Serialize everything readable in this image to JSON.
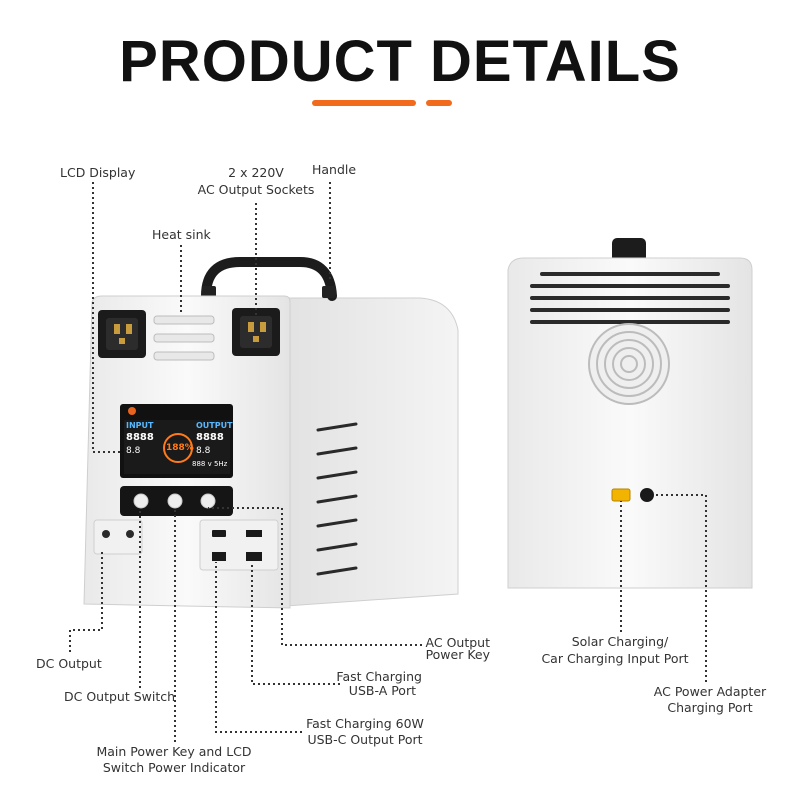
{
  "title": "PRODUCT DETAILS",
  "colors": {
    "accent": "#f26b1d",
    "lcd_orange": "#ff7a1a",
    "lcd_blue": "#57b8ff"
  },
  "front_device": {
    "lcd": {
      "input_label": "INPUT",
      "output_label": "OUTPUT",
      "input_watts": "8888",
      "output_watts": "8888",
      "input_small": "8.8",
      "output_small": "8.8",
      "center_percent": "188%",
      "hz_text": "888 v 5Hz"
    }
  },
  "labels": {
    "lcd_display": "LCD Display",
    "ac_sockets_line1": "2 x 220V",
    "ac_sockets_line2": "AC Output Sockets",
    "handle": "Handle",
    "heat_sink": "Heat sink",
    "dc_output": "DC Output",
    "dc_output_switch": "DC Output Switch",
    "main_power_line1": "Main Power Key and LCD",
    "main_power_line2": "Switch Power Indicator",
    "ac_output_key_line1": "AC Output",
    "ac_output_key_line2": "Power Key",
    "usb_a_line1": "Fast Charging",
    "usb_a_line2": "USB-A Port",
    "usb_c_line1": "Fast Charging 60W",
    "usb_c_line2": "USB-C Output Port",
    "solar_line1": "Solar Charging/",
    "solar_line2": "Car Charging Input Port",
    "ac_adapter_line1": "AC Power Adapter",
    "ac_adapter_line2": "Charging Port"
  }
}
